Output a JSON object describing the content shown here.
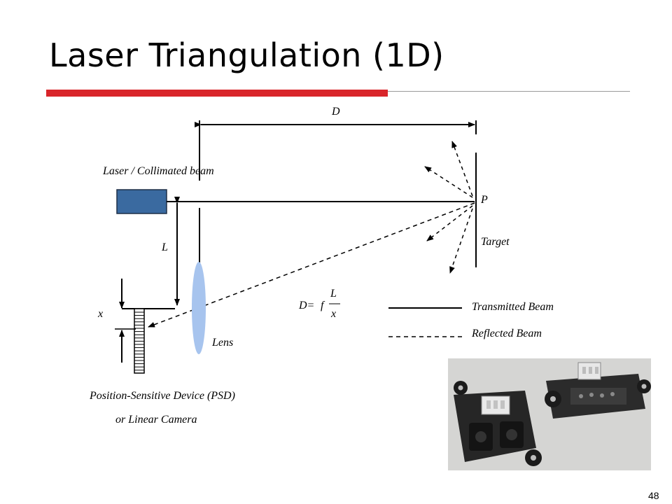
{
  "slide": {
    "title": "Laser Triangulation (1D)",
    "page_number": "48"
  },
  "diagram": {
    "labels": {
      "distance": "D",
      "laser": "Laser / Collimated beam",
      "point": "P",
      "target": "Target",
      "baseline": "L",
      "offset": "x",
      "lens": "Lens",
      "psd_line1": "Position-Sensitive Device (PSD)",
      "psd_line2": "or Linear Camera"
    },
    "formula": {
      "lhs": "D=",
      "factor": "f",
      "numerator": "L",
      "denominator": "x"
    },
    "legend": {
      "transmitted": "Transmitted Beam",
      "reflected": "Reflected Beam"
    },
    "colors": {
      "laser_block": "#3a6aa0",
      "lens": "#a7c4ee",
      "title_rule": "#d9252a"
    }
  }
}
